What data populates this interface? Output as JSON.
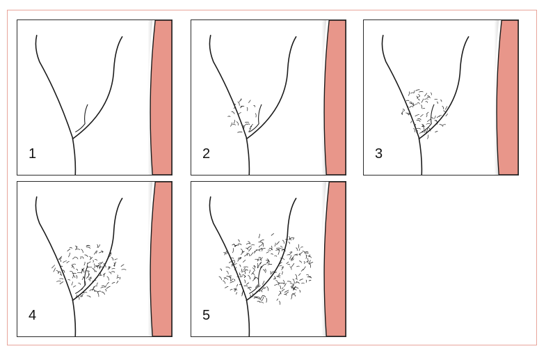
{
  "colors": {
    "frame": "#e8a49a",
    "side_band": "#e8968a",
    "outline": "#1a1a1a",
    "hair": "#1a1a1a"
  },
  "stages": [
    {
      "label": "1",
      "hair_level": 0
    },
    {
      "label": "2",
      "hair_level": 1
    },
    {
      "label": "3",
      "hair_level": 2
    },
    {
      "label": "4",
      "hair_level": 3
    },
    {
      "label": "5",
      "hair_level": 4
    }
  ]
}
